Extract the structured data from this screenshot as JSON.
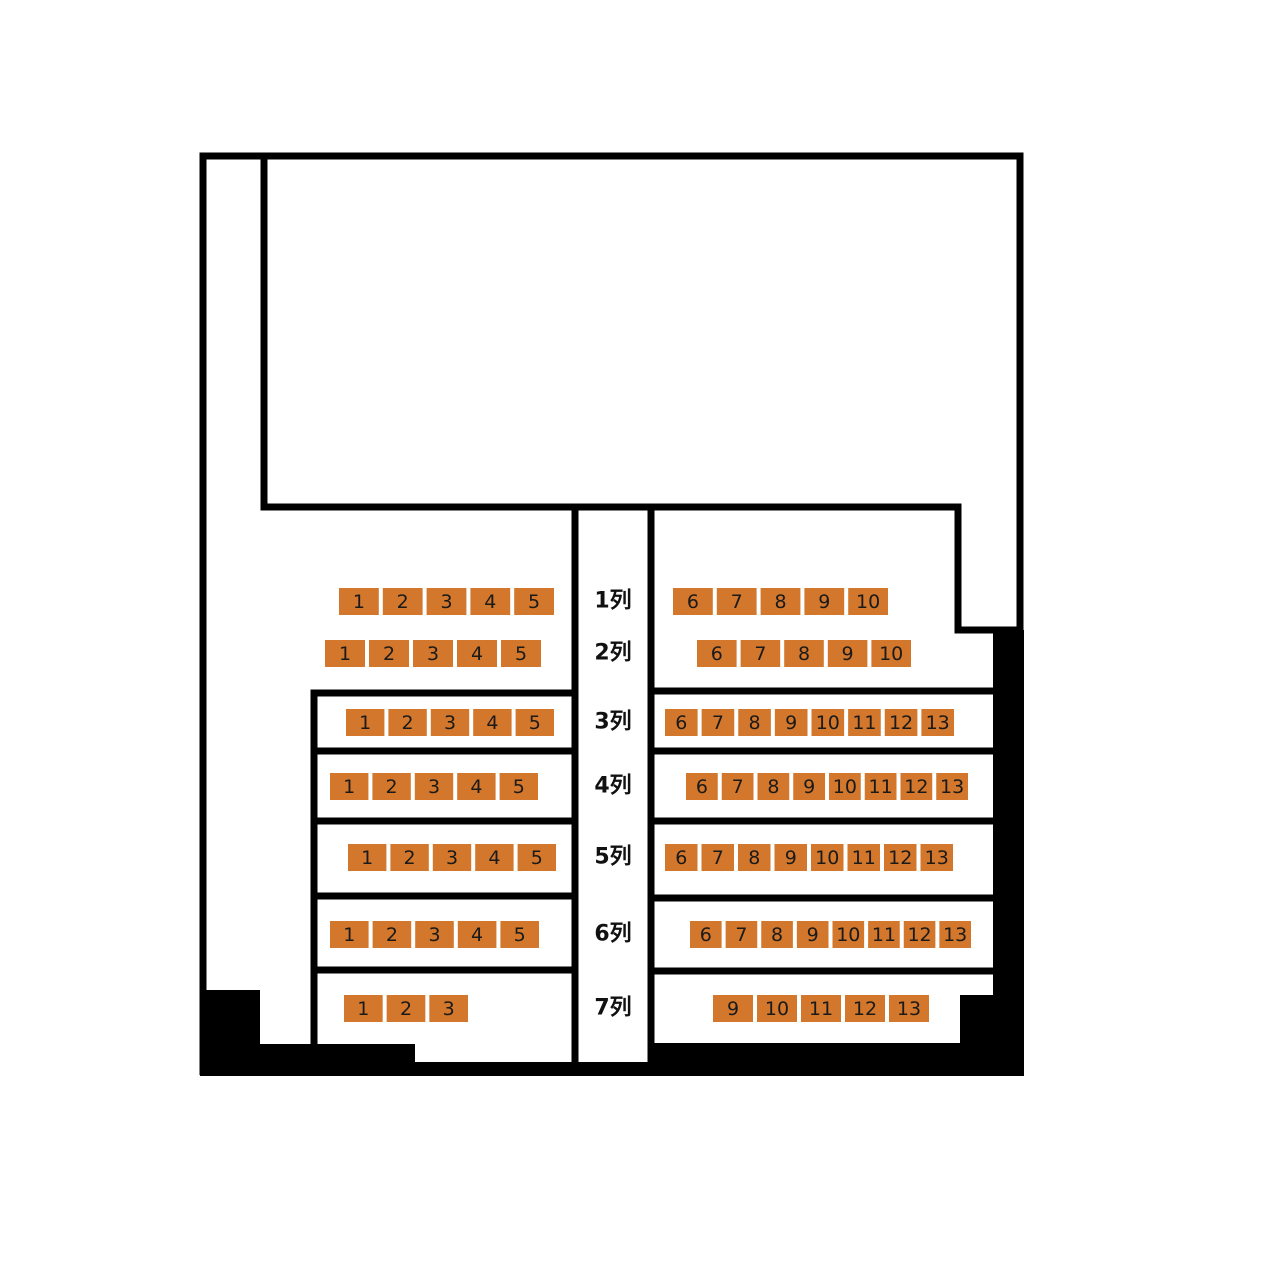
{
  "colors": {
    "seat": "#d2772b",
    "wall": "#000000",
    "floor": "#ffffff",
    "seat_text": "#1a1a1a"
  },
  "rows": [
    {
      "label": "1列",
      "left": [
        "1",
        "2",
        "3",
        "4",
        "5"
      ],
      "right": [
        "6",
        "7",
        "8",
        "9",
        "10"
      ]
    },
    {
      "label": "2列",
      "left": [
        "1",
        "2",
        "3",
        "4",
        "5"
      ],
      "right": [
        "6",
        "7",
        "8",
        "9",
        "10"
      ]
    },
    {
      "label": "3列",
      "left": [
        "1",
        "2",
        "3",
        "4",
        "5"
      ],
      "right": [
        "6",
        "7",
        "8",
        "9",
        "10",
        "11",
        "12",
        "13"
      ]
    },
    {
      "label": "4列",
      "left": [
        "1",
        "2",
        "3",
        "4",
        "5"
      ],
      "right": [
        "6",
        "7",
        "8",
        "9",
        "10",
        "11",
        "12",
        "13"
      ]
    },
    {
      "label": "5列",
      "left": [
        "1",
        "2",
        "3",
        "4",
        "5"
      ],
      "right": [
        "6",
        "7",
        "8",
        "9",
        "10",
        "11",
        "12",
        "13"
      ]
    },
    {
      "label": "6列",
      "left": [
        "1",
        "2",
        "3",
        "4",
        "5"
      ],
      "right": [
        "6",
        "7",
        "8",
        "9",
        "10",
        "11",
        "12",
        "13"
      ]
    },
    {
      "label": "7列",
      "left": [
        "1",
        "2",
        "3"
      ],
      "right": [
        "9",
        "10",
        "11",
        "12",
        "13"
      ]
    }
  ]
}
